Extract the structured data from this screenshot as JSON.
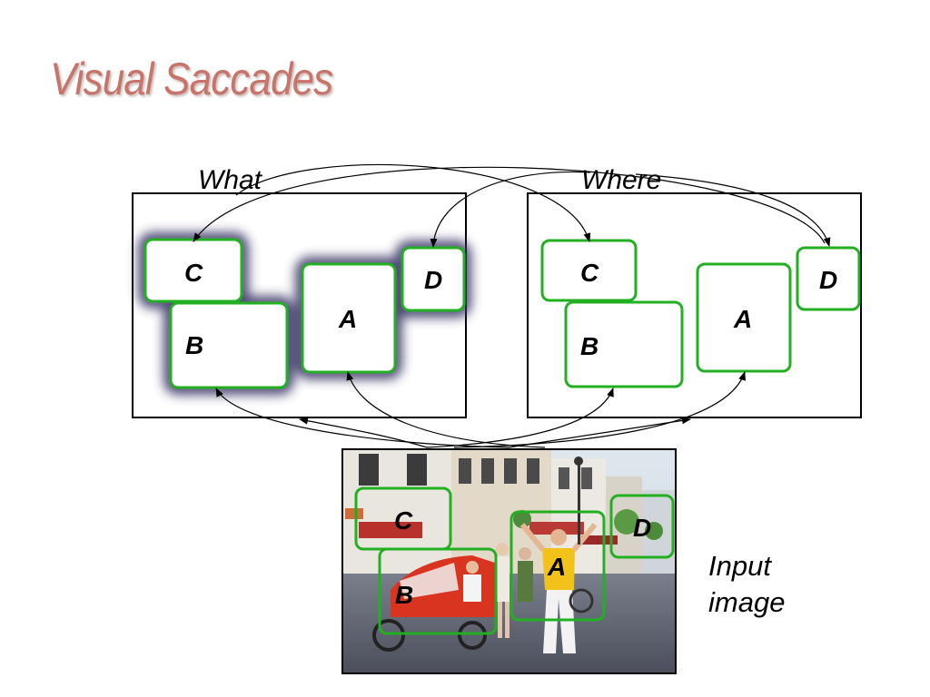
{
  "title": "Visual Saccades",
  "panels": {
    "what": {
      "label": "What"
    },
    "where": {
      "label": "Where"
    }
  },
  "regions": {
    "a": "A",
    "b": "B",
    "c": "C",
    "d": "D"
  },
  "input_caption": [
    "Input",
    "image"
  ],
  "colors": {
    "title": "#c8746b",
    "region_border": "#22b022",
    "glow": "#3a3766"
  }
}
